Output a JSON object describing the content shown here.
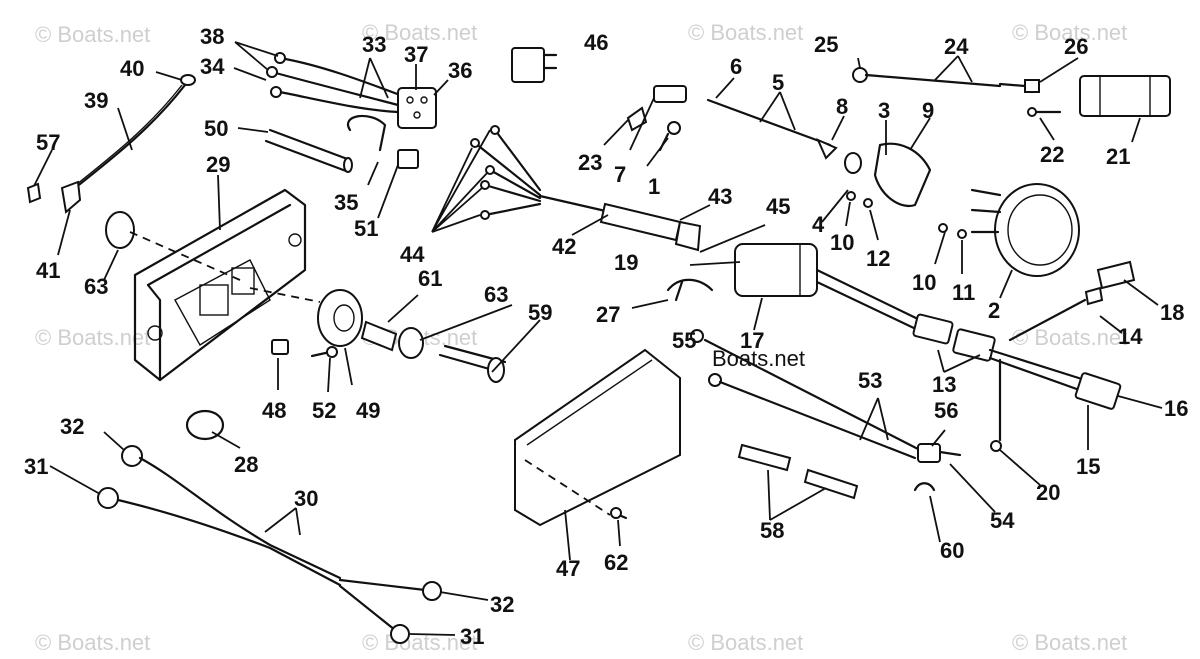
{
  "watermark": "© Boats.net",
  "center_watermark": "Boats.net",
  "labels": {
    "p1": "1",
    "p2": "2",
    "p3": "3",
    "p4": "4",
    "p5": "5",
    "p6": "6",
    "p7": "7",
    "p8": "8",
    "p9": "9",
    "p10a": "10",
    "p10b": "10",
    "p11": "11",
    "p12": "12",
    "p13": "13",
    "p14": "14",
    "p15": "15",
    "p16": "16",
    "p17": "17",
    "p18": "18",
    "p19": "19",
    "p20": "20",
    "p21": "21",
    "p22": "22",
    "p23": "23",
    "p24": "24",
    "p25": "25",
    "p26": "26",
    "p27": "27",
    "p28": "28",
    "p29": "29",
    "p30": "30",
    "p31a": "31",
    "p31b": "31",
    "p32a": "32",
    "p32b": "32",
    "p33": "33",
    "p34": "34",
    "p35": "35",
    "p36": "36",
    "p37": "37",
    "p38": "38",
    "p39": "39",
    "p40": "40",
    "p41": "41",
    "p42": "42",
    "p43": "43",
    "p44": "44",
    "p45": "45",
    "p46": "46",
    "p47": "47",
    "p48": "48",
    "p49": "49",
    "p50": "50",
    "p51": "51",
    "p52": "52",
    "p53": "53",
    "p54": "54",
    "p55": "55",
    "p56": "56",
    "p57": "57",
    "p58": "58",
    "p59": "59",
    "p60": "60",
    "p61": "61",
    "p62": "62",
    "p63a": "63",
    "p63b": "63"
  }
}
